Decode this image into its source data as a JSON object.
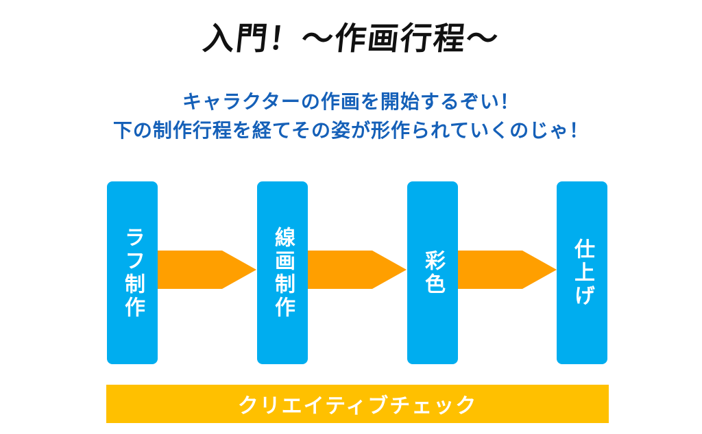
{
  "title": "入門！～作画行程～",
  "intro": {
    "line1": "キャラクターの作画を開始するぞい！",
    "line2": "下の制作行程を経てその姿が形作られていくのじゃ！"
  },
  "steps": [
    {
      "label": "ラフ制作"
    },
    {
      "label": "線画制作"
    },
    {
      "label": "彩色"
    },
    {
      "label": "仕上げ"
    }
  ],
  "check_bar": {
    "label": "クリエイティブチェック"
  },
  "colors": {
    "title": "#111111",
    "intro_text": "#1560b8",
    "step_box": "#00adef",
    "arrow": "#ff9f00",
    "check_bar": "#ffc000",
    "label_text": "#ffffff"
  }
}
